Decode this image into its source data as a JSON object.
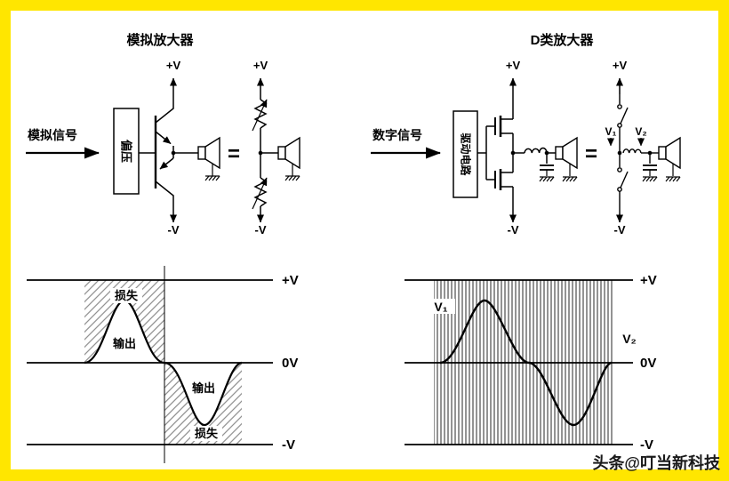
{
  "colors": {
    "frame": "#ffe600",
    "ink": "#000000"
  },
  "watermark": "头条@叮当新科技",
  "analog": {
    "title": "模拟放大器",
    "signal_label": "模拟信号",
    "bias_label": "偏压",
    "vplus": "+V",
    "vminus": "-V",
    "equals": "=",
    "eq_vplus": "+V",
    "eq_vminus": "-V",
    "wave": {
      "vplus": "+V",
      "vzero": "0V",
      "vminus": "-V",
      "loss_top": "损失",
      "out_top": "输出",
      "out_bottom": "输出",
      "loss_bottom": "损失"
    }
  },
  "classd": {
    "title": "D类放大器",
    "signal_label": "数字信号",
    "driver_label": "驱动电路",
    "vplus": "+V",
    "vminus": "-V",
    "equals": "=",
    "eq_vplus": "+V",
    "eq_vminus": "-V",
    "eq_v1": "V₁",
    "eq_v2": "V₂",
    "wave": {
      "vplus": "+V",
      "vzero": "0V",
      "vminus": "-V",
      "v1": "V₁",
      "v2": "V₂"
    }
  }
}
